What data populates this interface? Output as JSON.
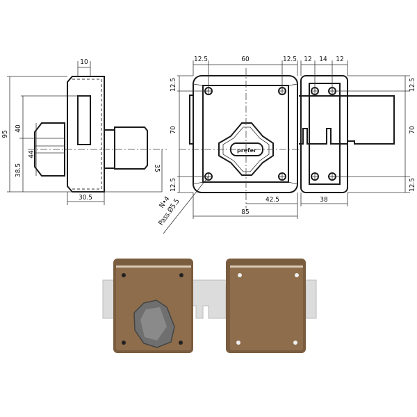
{
  "side_view": {
    "dim_top": "10",
    "dim_height": "95",
    "dim_upper": "40",
    "dim_knob": "44",
    "dim_lower": "38.5",
    "dim_depth": "30.5",
    "dim_cylinder": "35"
  },
  "front_view": {
    "dim_top_left": "12.5",
    "dim_top_mid": "60",
    "dim_top_right": "12.5",
    "dim_left_top": "12.5",
    "dim_left_mid": "70",
    "dim_left_bottom": "12.5",
    "dim_center": "42.5",
    "dim_width": "85",
    "hole_note_1": "N•4",
    "hole_note_2": "Pass.Ø5.5",
    "logo_text": "prefer"
  },
  "keeper_view": {
    "dim_top_left": "12",
    "dim_top_mid": "14",
    "dim_top_right": "12",
    "dim_right_top": "12.5",
    "dim_right_mid": "70",
    "dim_right_bottom": "12.5",
    "dim_width": "38"
  },
  "colors": {
    "body_brown": "#8a6a48",
    "steel": "#dcdcdc"
  }
}
